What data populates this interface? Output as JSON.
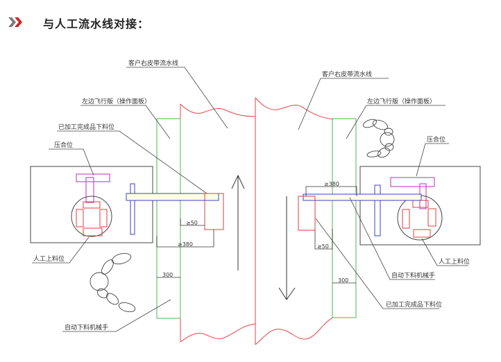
{
  "header": {
    "title": "与人工流水线对接：",
    "bullet_icon": "double-chevron-right-icon"
  },
  "colors": {
    "belt": "#e8434a",
    "flight_board": "#6cc36a",
    "manipulator": "#3b3fc7",
    "press_station": "#c94fc0",
    "fixture": "#e03c3c",
    "outline": "#444444",
    "bullet_gray": "#7a7a7a",
    "bullet_red": "#d82020"
  },
  "labels": {
    "left": {
      "belt": "客户右皮带流水线",
      "flight_board": "左边飞行版（操作面板）",
      "finished_unload": "已加工完成品下料位",
      "press": "压合位",
      "manual_load": "人工上料位",
      "auto_arm": "自动下料机械手"
    },
    "right": {
      "belt": "客户右皮带流水线",
      "flight_board": "左边飞行版（操作面板）",
      "press": "压合位",
      "manual_load": "人工上料位",
      "auto_arm": "自动下料机械手",
      "finished_unload": "已加工完成品下料位"
    }
  },
  "dimensions": {
    "left": {
      "gap_small": "≥50",
      "gap_large": "≥380",
      "board_width": "300"
    },
    "right": {
      "gap_small": "≥50",
      "gap_large": "≥380",
      "board_width": "300"
    }
  },
  "flow": {
    "left_belt_direction": "up",
    "right_belt_direction": "down"
  }
}
